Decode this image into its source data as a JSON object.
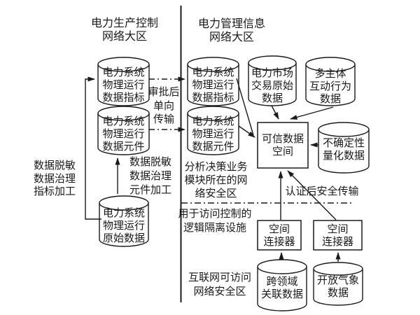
{
  "titles": {
    "left_zone": {
      "line1": "电力生产控制",
      "line2": "网络大区"
    },
    "right_zone": {
      "line1": "电力管理信息",
      "line2": "网络大区"
    }
  },
  "cylinders": {
    "left_indicator": {
      "line1": "电力系统",
      "line2": "物理运行",
      "line3": "数据指标"
    },
    "left_component": {
      "line1": "电力系统",
      "line2": "物理运行",
      "line3": "数据元件"
    },
    "left_raw": {
      "line1": "电力系统",
      "line2": "物理运行",
      "line3": "原始数据"
    },
    "right_indicator": {
      "line1": "电力系统",
      "line2": "物理运行",
      "line3": "数据指标"
    },
    "right_component": {
      "line1": "电力系统",
      "line2": "物理运行",
      "line3": "数据元件"
    },
    "market": {
      "line1": "电力市场",
      "line2": "交易原始",
      "line3": "数据"
    },
    "multi_agent": {
      "line1": "多主体",
      "line2": "互动行为",
      "line3": "数据"
    },
    "uncertainty": {
      "line1": "不确定性",
      "line2": "量化数据"
    },
    "cross_domain": {
      "line1": "跨领域",
      "line2": "关联数据"
    },
    "weather": {
      "line1": "开放气象",
      "line2": "数据"
    }
  },
  "boxes": {
    "trusted_space": {
      "line1": "可信数据",
      "line2": "空间"
    },
    "connector_left": {
      "line1": "空间",
      "line2": "连接器"
    },
    "connector_right": {
      "line1": "空间",
      "line2": "连接器"
    }
  },
  "labels": {
    "approval": {
      "line1": "审批后",
      "line2": "单向",
      "line3": "传输"
    },
    "desens_indicator": {
      "line1": "数据脱敏",
      "line2": "数据治理",
      "line3": "指标加工"
    },
    "desens_component": {
      "line1": "数据脱敏",
      "line2": "数据治理",
      "line3": "元件加工"
    },
    "analysis_zone": {
      "line1": "分析决策业务",
      "line2": "模块所在的网",
      "line3": "络安全区"
    },
    "auth_transfer": "认证后安全传输",
    "access_control": {
      "line1": "用于访问控制的",
      "line2": "逻辑隔离设施"
    },
    "internet_zone": {
      "line1": "互联网可访问",
      "line2": "网络安全区"
    }
  },
  "colors": {
    "line": "#1a1a1a",
    "background": "#ffffff",
    "shape_fill": "#ffffff"
  }
}
